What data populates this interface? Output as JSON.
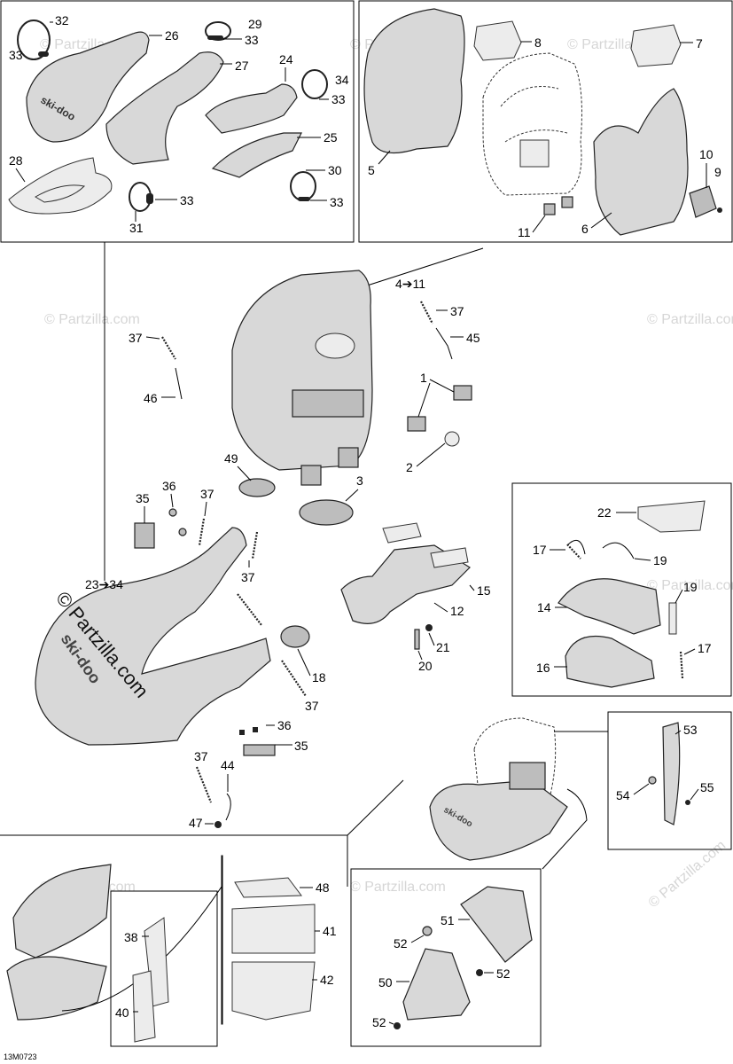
{
  "watermark": {
    "text": "© Partzilla.com",
    "main_text": "© Partzilla.com"
  },
  "diagram_code": "13M0723",
  "brand_text": "ski-doo",
  "callouts": {
    "c1": "1",
    "c2": "2",
    "c3": "3",
    "c4_11": "4➔11",
    "c5": "5",
    "c6": "6",
    "c7": "7",
    "c8": "8",
    "c9": "9",
    "c10": "10",
    "c11": "11",
    "c12": "12",
    "c14": "14",
    "c15": "15",
    "c16": "16",
    "c17a": "17",
    "c17b": "17",
    "c18": "18",
    "c19a": "19",
    "c19b": "19",
    "c20": "20",
    "c21": "21",
    "c22": "22",
    "c23_34": "23➔34",
    "c24": "24",
    "c25": "25",
    "c26": "26",
    "c27": "27",
    "c28": "28",
    "c29": "29",
    "c30": "30",
    "c31": "31",
    "c32": "32",
    "c33a": "33",
    "c33b": "33",
    "c33c": "33",
    "c33d": "33",
    "c33e": "33",
    "c34": "34",
    "c35a": "35",
    "c35b": "35",
    "c36a": "36",
    "c36b": "36",
    "c37a": "37",
    "c37b": "37",
    "c37c": "37",
    "c37d": "37",
    "c37e": "37",
    "c37f": "37",
    "c38": "38",
    "c40": "40",
    "c41": "41",
    "c42": "42",
    "c44": "44",
    "c45": "45",
    "c46": "46",
    "c47": "47",
    "c48": "48",
    "c49": "49",
    "c50": "50",
    "c51": "51",
    "c52a": "52",
    "c52b": "52",
    "c52c": "52",
    "c53": "53",
    "c54": "54",
    "c55": "55"
  }
}
